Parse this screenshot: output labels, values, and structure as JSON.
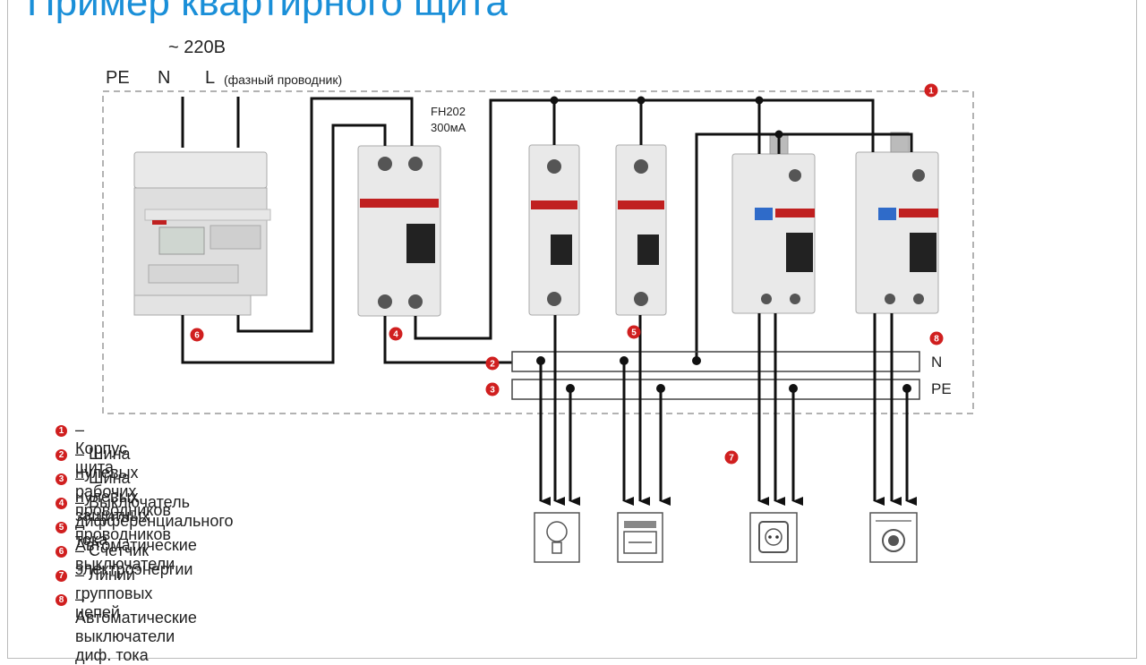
{
  "title": "Пример квартирного щита",
  "voltage": "~ 220В",
  "conductors": {
    "pe": "PE",
    "n": "N",
    "l": "L",
    "l_note": "(фазный проводник)"
  },
  "rcd": {
    "model": "FH202",
    "rating": "300мА"
  },
  "bus_labels": {
    "n": "N",
    "pe": "PE"
  },
  "markers": {
    "m1": "1",
    "m2": "2",
    "m3": "3",
    "m4": "4",
    "m5": "5",
    "m6": "6",
    "m7": "7",
    "m8": "8"
  },
  "legend": [
    {
      "num": "1",
      "text": "– Корпус щита"
    },
    {
      "num": "2",
      "text": "– Шина нулевых рабочих проводников"
    },
    {
      "num": "3",
      "text": "– Шина нулевых защитных проводников"
    },
    {
      "num": "4",
      "text": "– Выключатель дифференциального тока"
    },
    {
      "num": "5",
      "text": "– Автоматические выключатели"
    },
    {
      "num": "6",
      "text": "– Счетчик электроэнергии"
    },
    {
      "num": "7",
      "text": "– Линии групповых цепей"
    },
    {
      "num": "8",
      "text": "– Автоматические выключатели диф. тока"
    }
  ],
  "colors": {
    "title": "#1a8fd8",
    "marker": "#d01f1f",
    "wire": "#111111",
    "device": "#e6e6e6"
  }
}
